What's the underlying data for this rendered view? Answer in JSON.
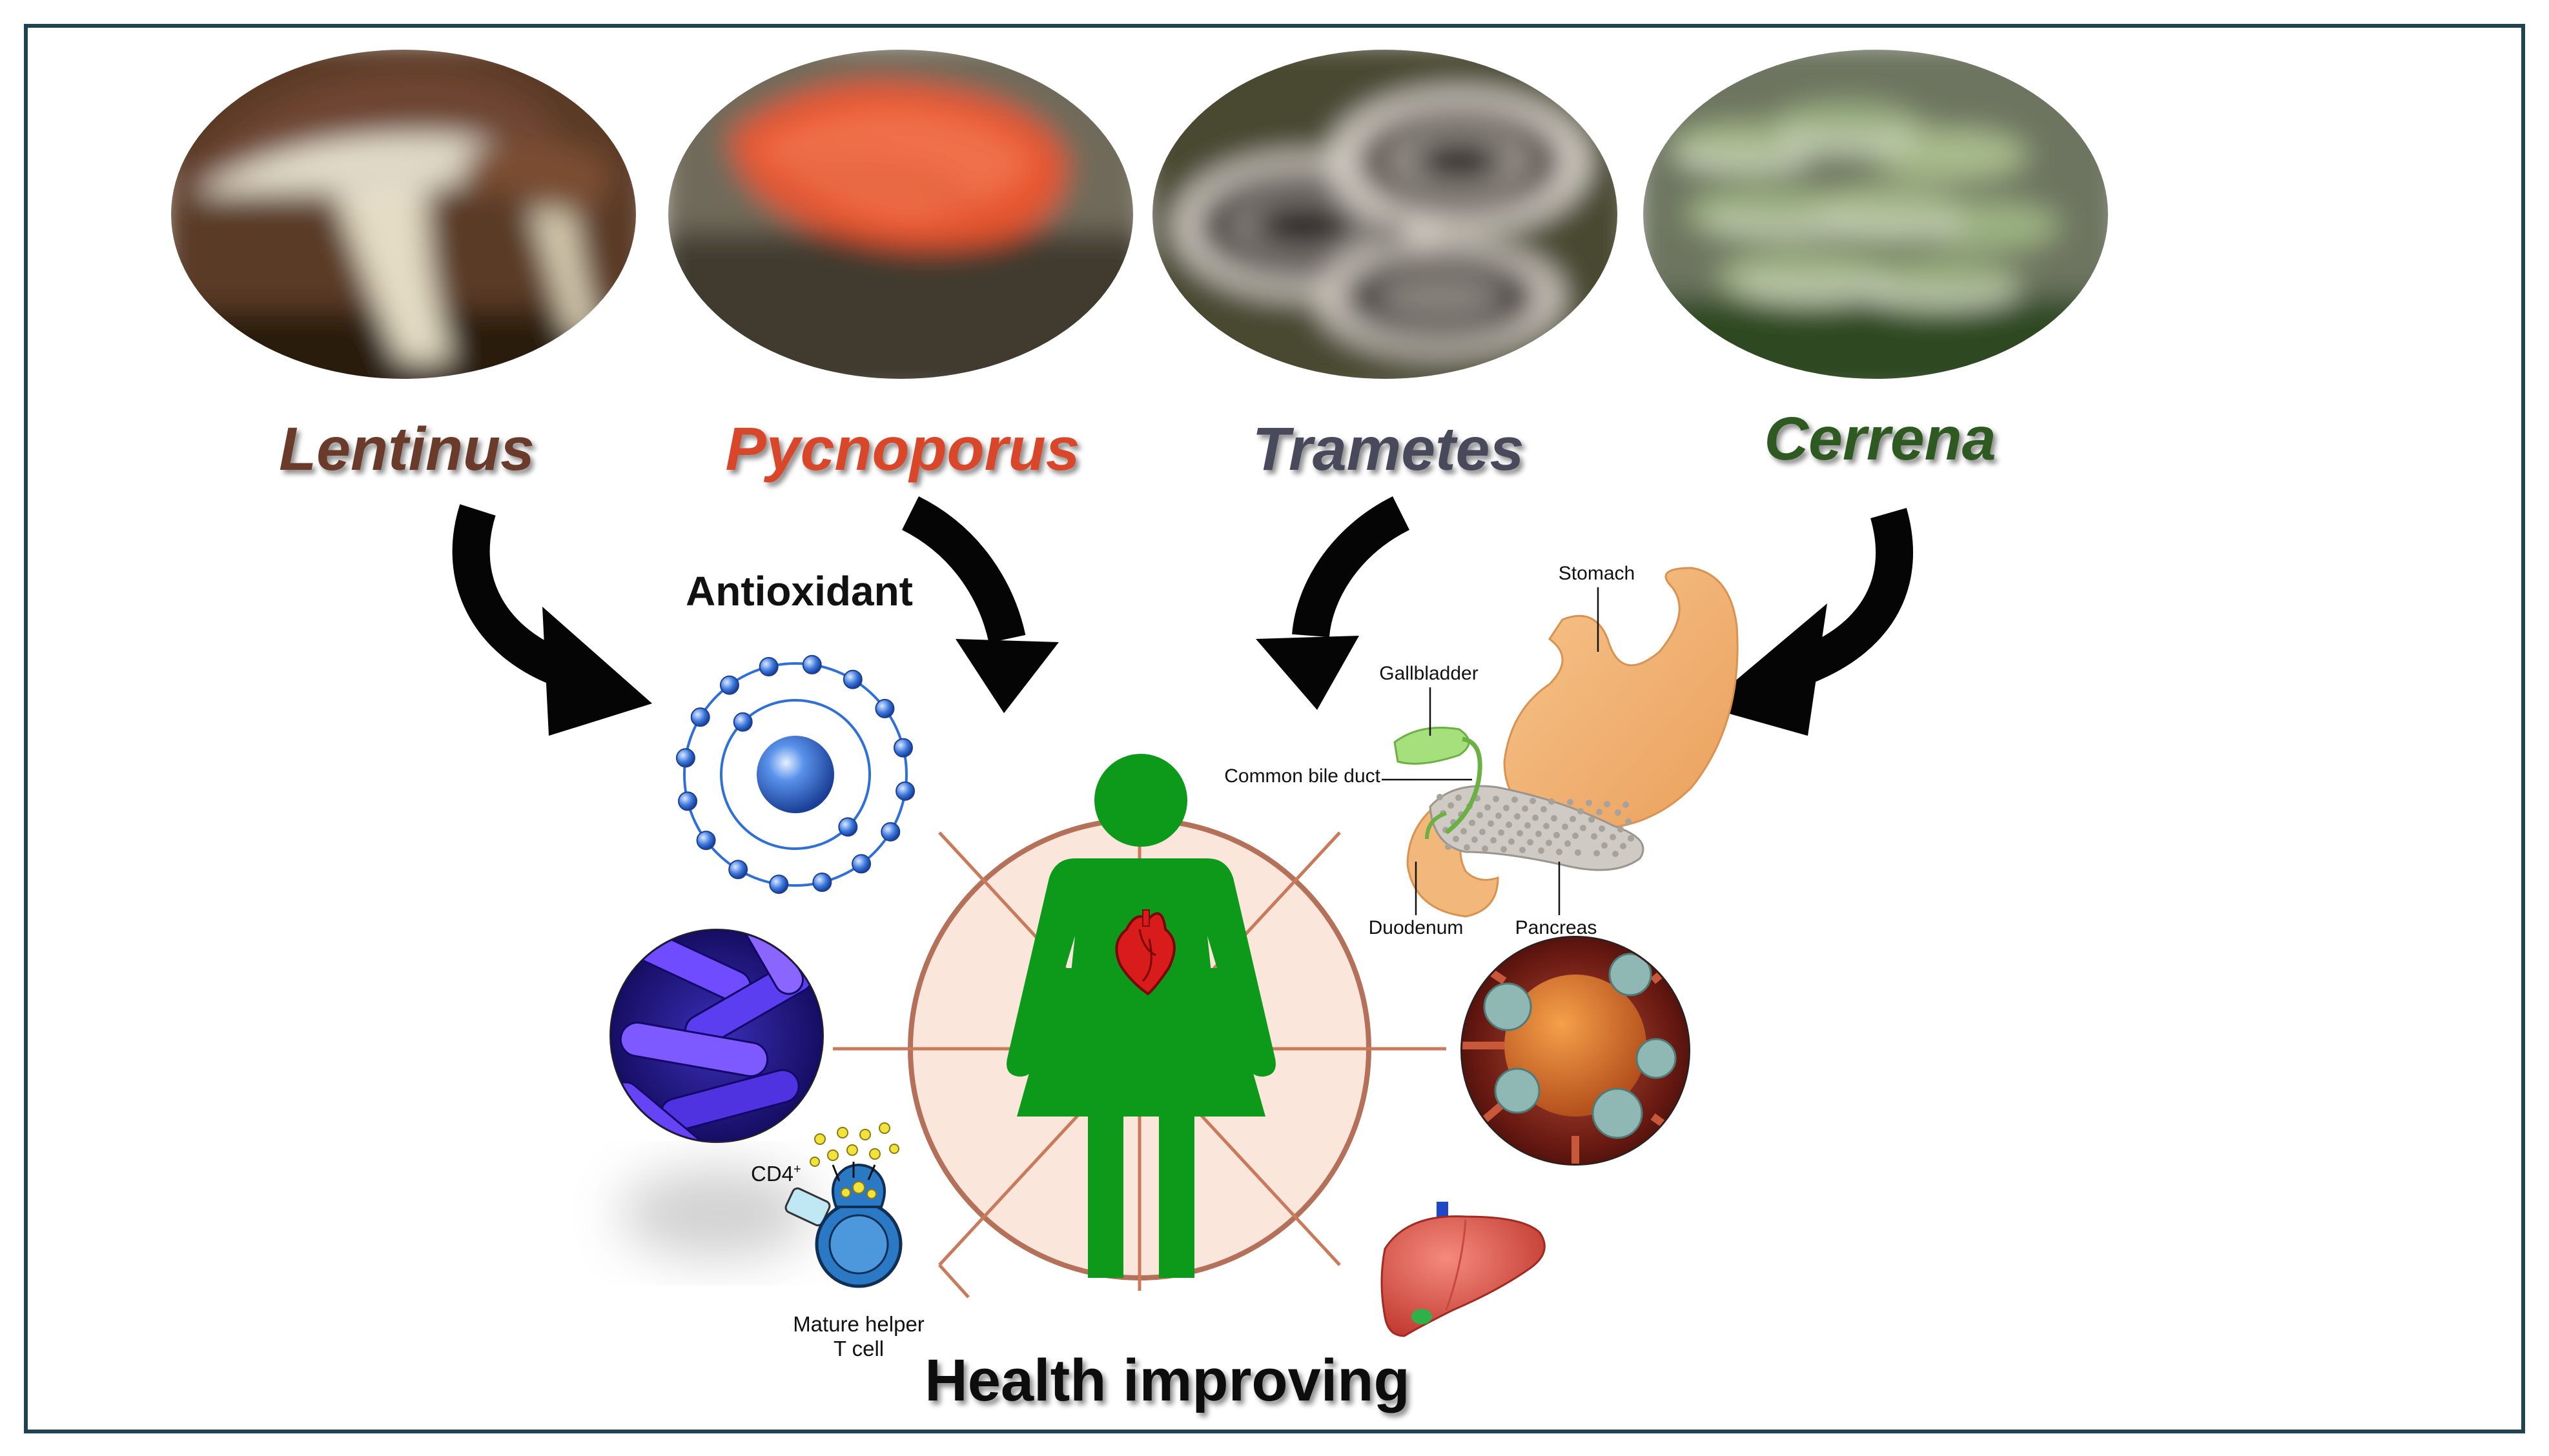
{
  "genera": [
    {
      "name": "Lentinus",
      "color": "#6b3a2c"
    },
    {
      "name": "Pycnoporus",
      "color": "#d9472b"
    },
    {
      "name": "Trametes",
      "color": "#4a4a5c"
    },
    {
      "name": "Cerrena",
      "color": "#2e5a24"
    }
  ],
  "labels": {
    "antioxidant": "Antioxidant",
    "health": "Health improving",
    "stomach": "Stomach",
    "gallbladder": "Gallbladder",
    "bile_duct": "Common bile duct",
    "duodenum": "Duodenum",
    "pancreas": "Pancreas",
    "cd4": "CD4",
    "cd4_sup": "+",
    "tcell_line1": "Mature helper",
    "tcell_line2": "T cell"
  },
  "colors": {
    "frame": "#1f4350",
    "human": "#0d9a1b",
    "heart": "#d81c1c",
    "circle_fill": "#fbe6dc",
    "circle_stroke": "#b5705a",
    "atom": "#2f6fd8",
    "stomach": "#f2b77a",
    "liver": "#e05a4e"
  }
}
